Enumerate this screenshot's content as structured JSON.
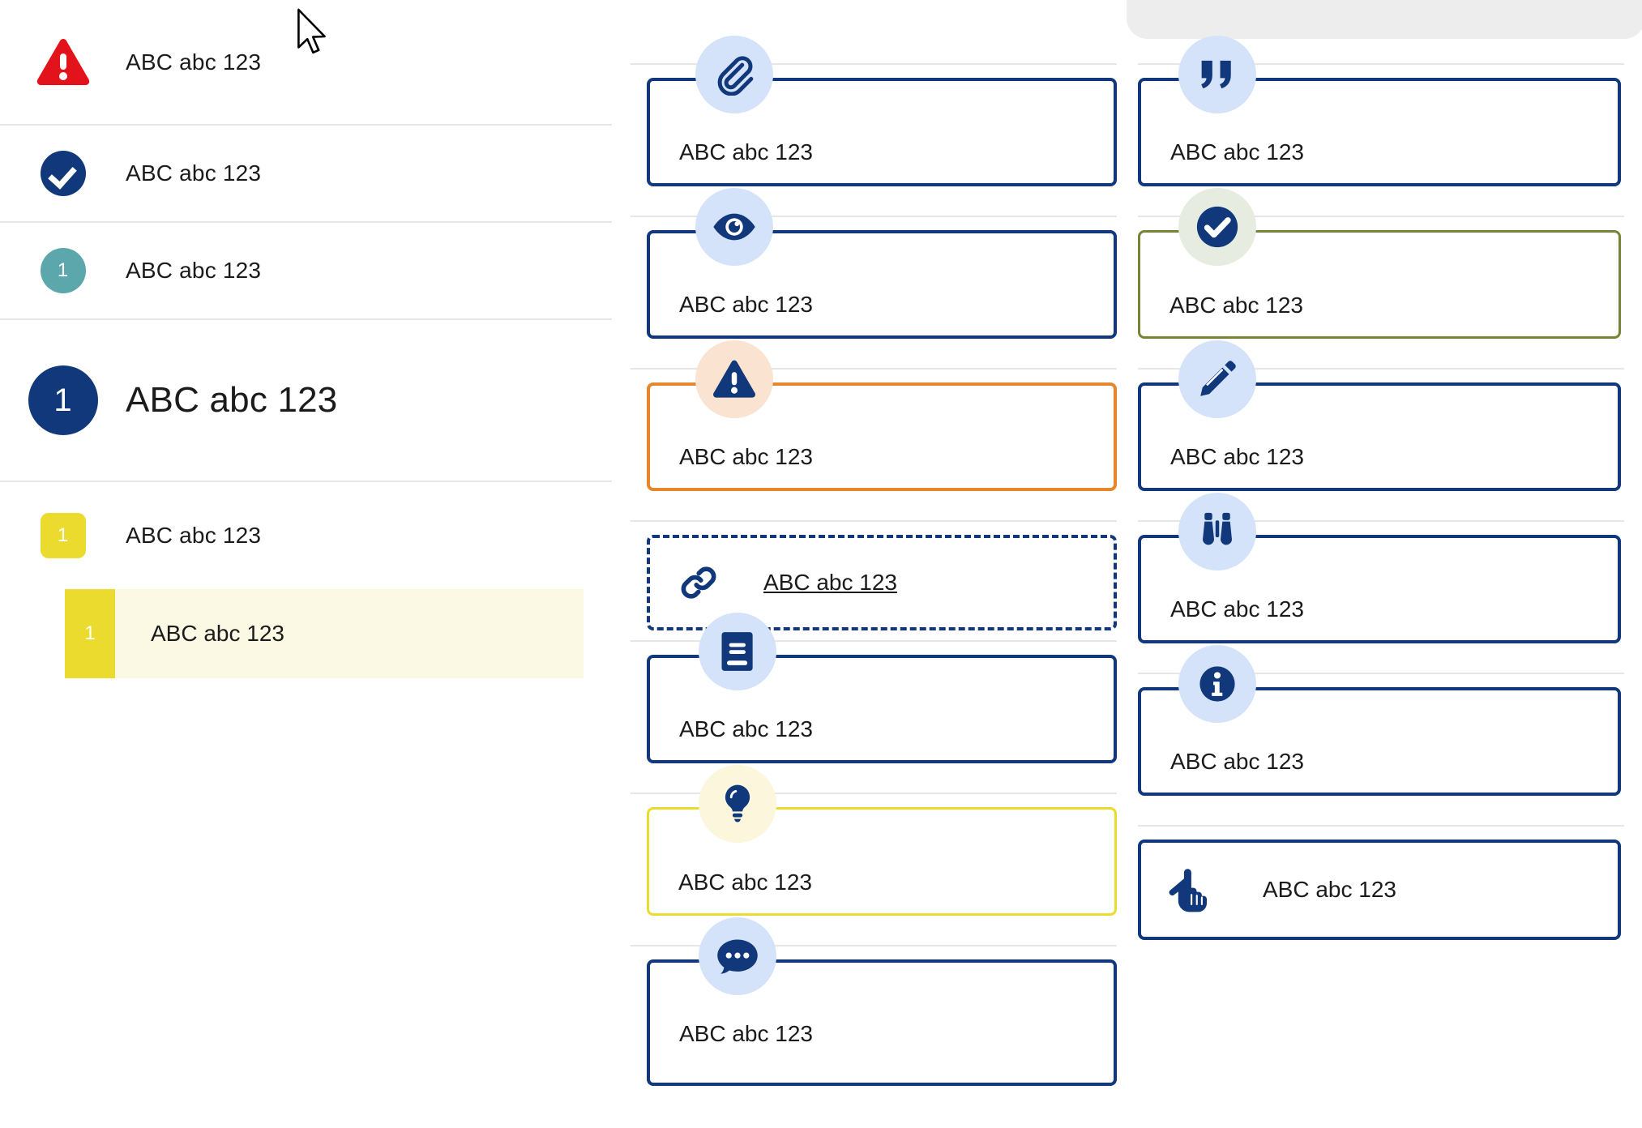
{
  "colors": {
    "navy": "#10387a",
    "red": "#e2131a",
    "teal": "#5ba7ab",
    "yellow": "#ecdb2f",
    "orange": "#e8862b",
    "olive": "#768434",
    "icon_bubble_blue": "#d5e3fa",
    "icon_bubble_peach": "#fbe3d2",
    "icon_bubble_mint": "#e6ece0",
    "icon_bubble_cream": "#fbf6dc",
    "highlight_bg": "#fbf9e3",
    "rule": "#e6e6e6",
    "panel_gray": "#ededed"
  },
  "sidebar": {
    "rows": [
      {
        "label": "ABC abc 123",
        "icon": "warning-triangle-icon",
        "badge": ""
      },
      {
        "label": "ABC abc 123",
        "icon": "check-circle-icon",
        "badge": ""
      },
      {
        "label": "ABC abc 123",
        "icon": "number-badge-teal",
        "badge": "1"
      },
      {
        "label": "ABC abc 123",
        "icon": "number-badge-navy-large",
        "badge": "1"
      },
      {
        "label": "ABC abc 123",
        "icon": "number-badge-yellow",
        "badge": "1"
      }
    ],
    "highlight_row": {
      "label": "ABC abc 123",
      "badge": "1"
    }
  },
  "middle_column": {
    "cards": [
      {
        "label": "ABC abc 123",
        "icon": "paperclip-icon",
        "border": "navy",
        "bubble": "blue"
      },
      {
        "label": "ABC abc 123",
        "icon": "eye-icon",
        "border": "navy",
        "bubble": "blue"
      },
      {
        "label": "ABC abc 123",
        "icon": "warning-triangle-icon",
        "border": "orange",
        "bubble": "peach"
      },
      {
        "label": "ABC abc 123",
        "icon": "link-icon",
        "border": "navy-dashed",
        "bubble": "none",
        "layout": "inline",
        "underline": true
      },
      {
        "label": "ABC abc 123",
        "icon": "book-icon",
        "border": "navy",
        "bubble": "blue"
      },
      {
        "label": "ABC abc 123",
        "icon": "lightbulb-icon",
        "border": "yellow",
        "bubble": "cream"
      },
      {
        "label": "ABC abc 123",
        "icon": "comment-dots-icon",
        "border": "navy",
        "bubble": "blue"
      }
    ]
  },
  "right_column": {
    "cards": [
      {
        "label": "ABC abc 123",
        "icon": "quote-icon",
        "border": "navy",
        "bubble": "blue"
      },
      {
        "label": "ABC abc 123",
        "icon": "check-circle-icon",
        "border": "olive",
        "bubble": "mint"
      },
      {
        "label": "ABC abc 123",
        "icon": "pencil-icon",
        "border": "navy",
        "bubble": "blue"
      },
      {
        "label": "ABC abc 123",
        "icon": "binoculars-icon",
        "border": "navy",
        "bubble": "blue"
      },
      {
        "label": "ABC abc 123",
        "icon": "info-circle-icon",
        "border": "navy",
        "bubble": "blue"
      },
      {
        "label": "ABC abc 123",
        "icon": "pointing-hand-icon",
        "border": "navy",
        "bubble": "none",
        "layout": "inline"
      }
    ]
  },
  "cursor": {
    "name": "mouse-pointer"
  }
}
